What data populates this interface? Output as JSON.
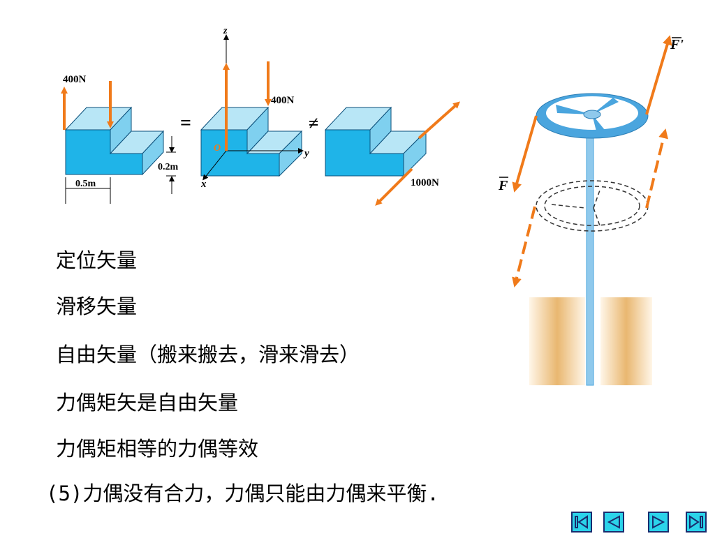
{
  "figure_labels": {
    "force_400n_left": "400N",
    "force_400n_mid": "400N",
    "force_1000n": "1000N",
    "dim_02": "0.2m",
    "dim_05": "0.5m",
    "axis_z": "z",
    "axis_y": "y",
    "axis_x": "x",
    "origin": "O",
    "equals": "=",
    "approx_not_equal": "≠",
    "force_f": "F",
    "force_f_prime": "F'"
  },
  "lines": [
    "定位矢量",
    "滑移矢量",
    "自由矢量（搬来搬去，滑来滑去）",
    "力偶矩矢是自由矢量",
    "力偶矩相等的力偶等效",
    "(5)力偶没有合力，力偶只能由力偶来平衡."
  ],
  "nav": [
    "first",
    "previous",
    "next",
    "last"
  ],
  "colors": {
    "block_front": "#1fb4e8",
    "block_top": "#b8e6f6",
    "arrow": "#f07a1a",
    "wheel": "#4aa5de",
    "ground": "#e9b770",
    "nav_fill": "#2bd3ea",
    "nav_border": "#1a2c6e"
  }
}
